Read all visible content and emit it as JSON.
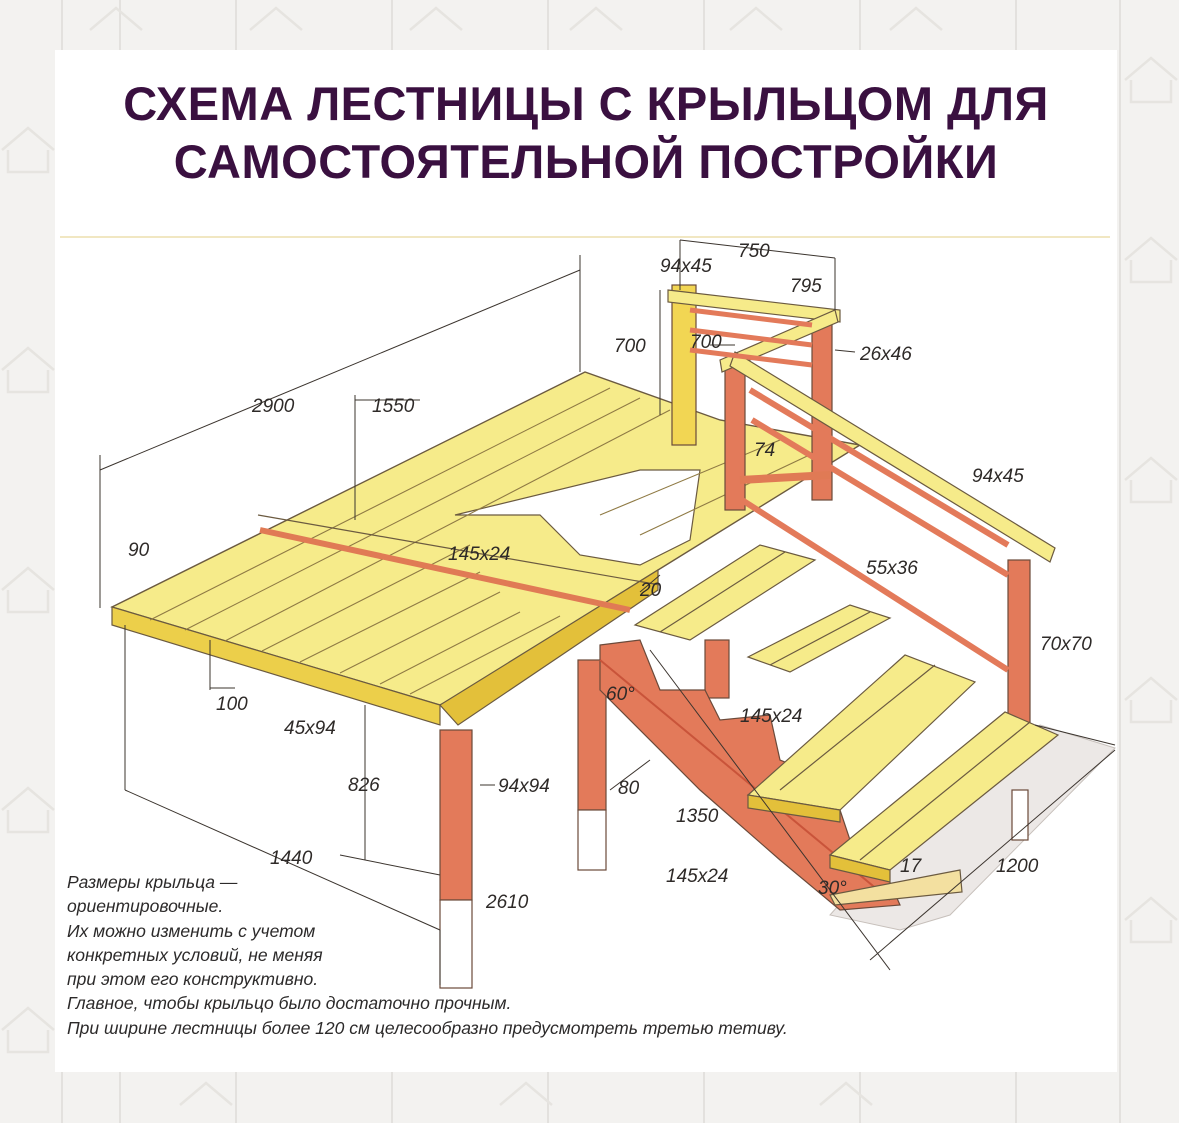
{
  "title": {
    "line1": "СХЕМА ЛЕСТНИЦЫ С КРЫЛЬЦОМ ДЛЯ",
    "line2": "САМОСТОЯТЕЛЬНОЙ ПОСТРОЙКИ"
  },
  "colors": {
    "title": "#3a1040",
    "wood_light": "#f7ec8c",
    "wood_mid": "#eed54a",
    "wood_red": "#e37a5a",
    "wood_red_dark": "#c9543a",
    "line": "#5b4a3a"
  },
  "icons": [
    "house-outline-icon"
  ],
  "dimensions": {
    "d750": "750",
    "d94x45_top": "94x45",
    "d795": "795",
    "d700_left": "700",
    "d700_right": "700",
    "d26x46": "26x46",
    "d2900": "2900",
    "d1550": "1550",
    "d74": "74",
    "d94x45_rail": "94x45",
    "d90": "90",
    "d145x24_deck": "145x24",
    "d55x36": "55x36",
    "d20": "20",
    "d70x70": "70x70",
    "d100": "100",
    "d45x94": "45x94",
    "d60deg": "60°",
    "d145x24_step": "145x24",
    "d826": "826",
    "d94x94": "94x94",
    "d80": "80",
    "d1350": "1350",
    "d1440": "1440",
    "d1200": "1200",
    "d17": "17",
    "d145x24_bottom": "145x24",
    "d30deg": "30°",
    "d2610": "2610"
  },
  "note": {
    "line1": "Размеры крыльца —",
    "line2": "ориентировочные.",
    "line3": "Их можно изменить с учетом",
    "line4": "конкретных условий, не меняя",
    "line5": "при этом его конструктивно.",
    "line6": "Главное, чтобы крыльцо было достаточно прочным.",
    "line7": "При ширине лестницы более 120 см целесообразно предусмотреть третью тетиву."
  }
}
